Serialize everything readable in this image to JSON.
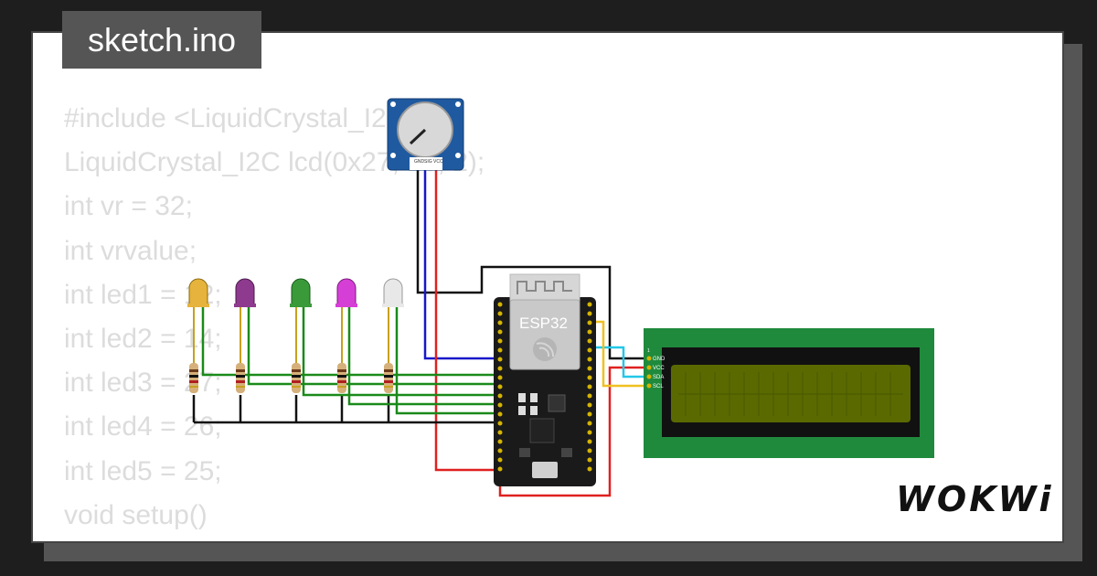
{
  "file_tab": {
    "label": "sketch.ino"
  },
  "code_lines": [
    "#include <LiquidCrystal_I2C.h>",
    "LiquidCrystal_I2C lcd(0x27, 16, 2);",
    "int vr = 32;",
    "int vrvalue;",
    "int led1 = 12;",
    "int led2 = 14;",
    "int led3 = 27;",
    "int led4 = 26;",
    "int led5 = 25;",
    "void setup()",
    "{"
  ],
  "board": {
    "label": "ESP32"
  },
  "lcd": {
    "pins": [
      "GND",
      "VCC",
      "SDA",
      "SCL"
    ]
  },
  "pot": {
    "pins": [
      "GND",
      "SIG",
      "VCC"
    ]
  },
  "leds": [
    {
      "color": "#e6b33c"
    },
    {
      "color": "#8e3a8e"
    },
    {
      "color": "#3a9a3a"
    },
    {
      "color": "#d63fd6"
    },
    {
      "color": "#e8e8e8"
    }
  ],
  "brand": {
    "logo": "WOKWi"
  }
}
